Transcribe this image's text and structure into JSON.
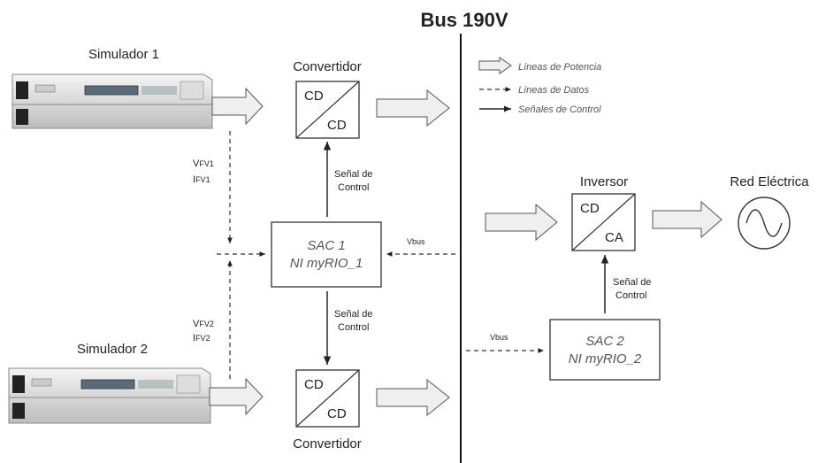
{
  "title": "Bus 190V",
  "legend": {
    "power": "Líneas de Potencia",
    "data": "Líneas de Datos",
    "control": "Señales de Control"
  },
  "simulators": [
    {
      "label": "Simulador 1",
      "v_sub": "FV1",
      "i_sub": "FV1"
    },
    {
      "label": "Simulador 2",
      "v_sub": "FV2",
      "i_sub": "FV2"
    }
  ],
  "converter_top": {
    "label": "Convertidor",
    "in": "CD",
    "out": "CD"
  },
  "converter_bottom": {
    "label": "Convertidor",
    "in": "CD",
    "out": "CD"
  },
  "inverter": {
    "label": "Inversor",
    "in": "CD",
    "out": "CA"
  },
  "grid_label": "Red Eléctrica",
  "sac1": {
    "line1": "SAC 1",
    "line2": "NI myRIO_1"
  },
  "sac2": {
    "line1": "SAC 2",
    "line2": "NI myRIO_2"
  },
  "control_signal": {
    "line1": "Señal de",
    "line2": "Control"
  },
  "vbus_label": "Vbus",
  "v_prefix": "V",
  "i_prefix": "I"
}
